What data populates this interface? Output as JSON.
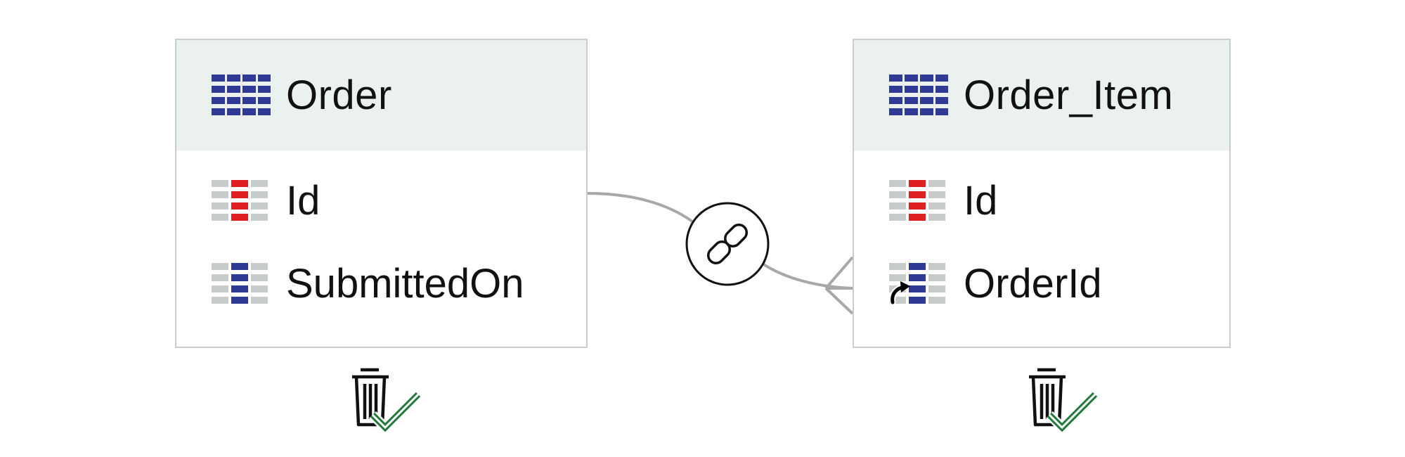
{
  "entities": [
    {
      "name": "Order",
      "fields": [
        {
          "label": "Id",
          "icon": "primary-key-column-icon",
          "foreign_key": false
        },
        {
          "label": "SubmittedOn",
          "icon": "column-icon",
          "foreign_key": false
        }
      ],
      "status_icon": "trash-check-icon"
    },
    {
      "name": "Order_Item",
      "fields": [
        {
          "label": "Id",
          "icon": "primary-key-column-icon",
          "foreign_key": false
        },
        {
          "label": "OrderId",
          "icon": "foreign-key-column-icon",
          "foreign_key": true
        }
      ],
      "status_icon": "trash-check-icon"
    }
  ],
  "relationship": {
    "from": "Order.Id",
    "to": "Order_Item.OrderId",
    "cardinality": "one-to-many",
    "icon": "link-icon"
  },
  "colors": {
    "table_icon": "#2e3a94",
    "primary_key": "#e02020",
    "column_grey": "#c8cbcb",
    "border": "#c9cdcd",
    "header_bg": "#ebf1f0",
    "connector": "#a8a8a8",
    "check": "#217a3c"
  }
}
